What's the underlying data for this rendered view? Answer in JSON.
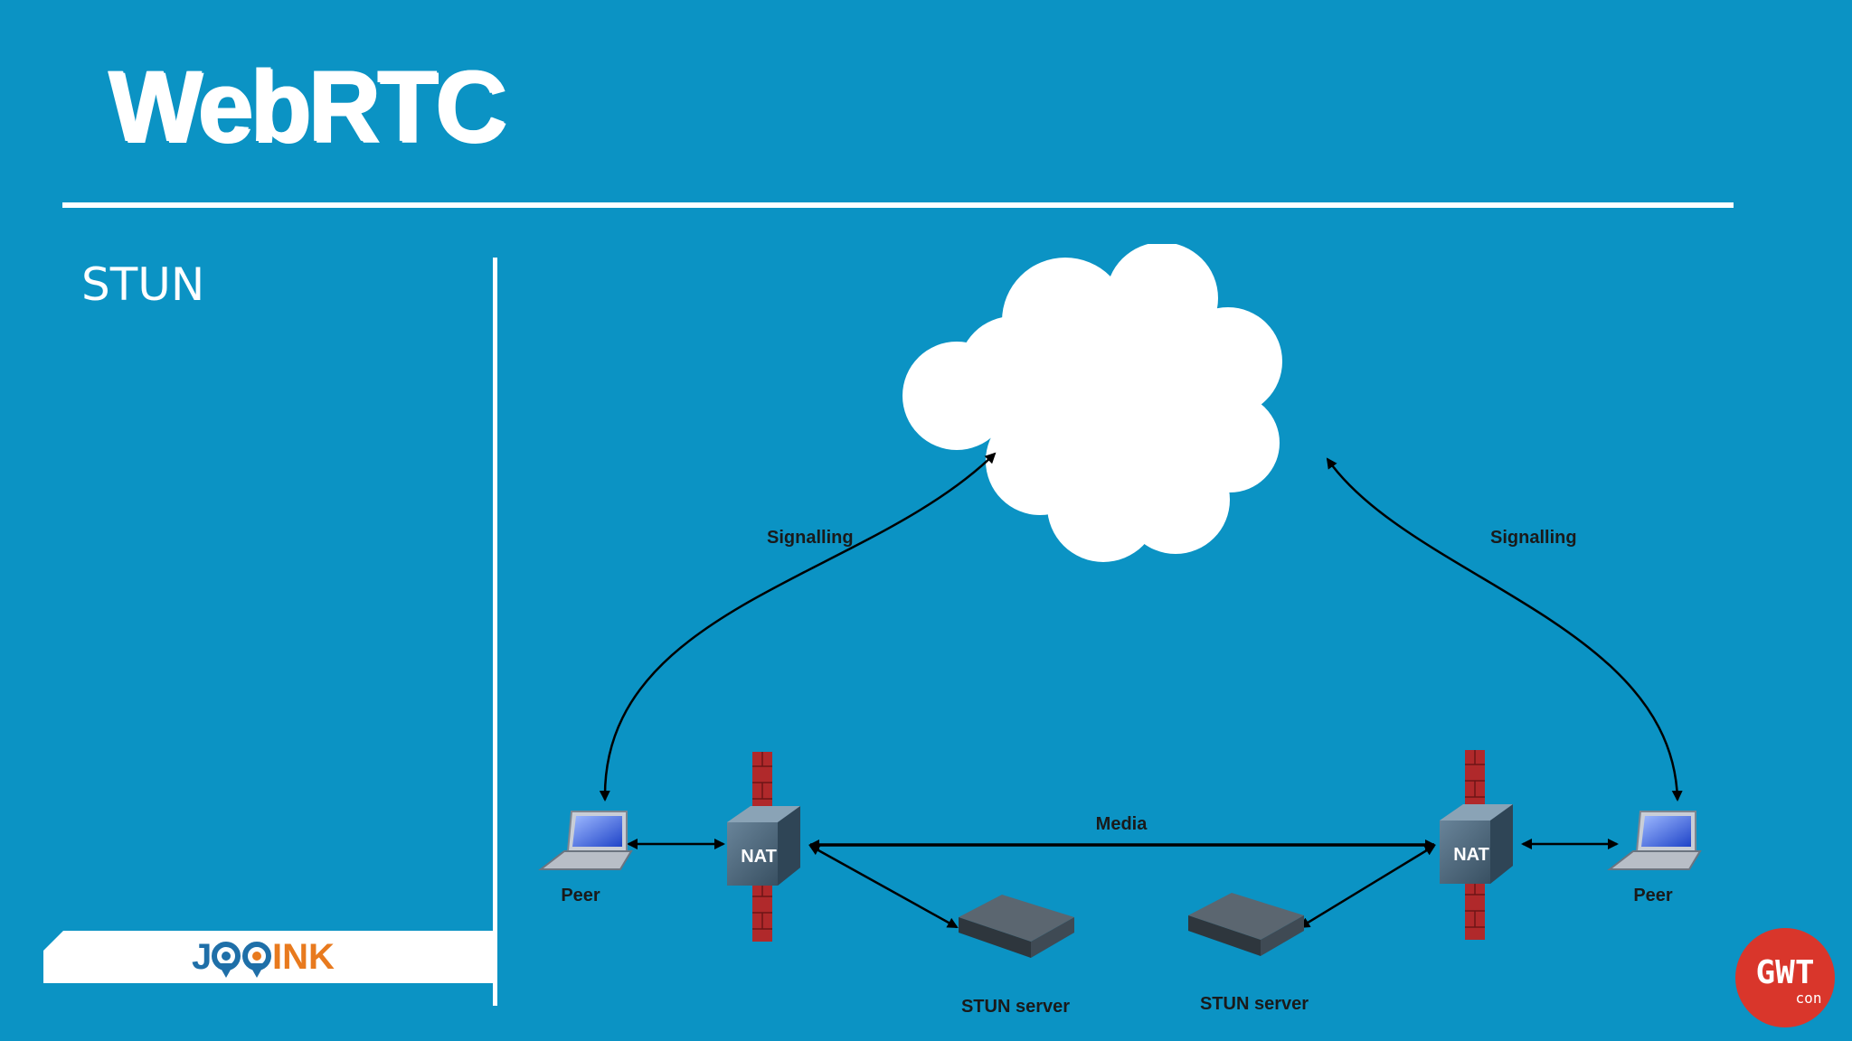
{
  "slide": {
    "title": "WebRTC",
    "subtitle": "STUN"
  },
  "logo": {
    "jooink_text": "JOOINK",
    "gwt_text": "GWT",
    "gwt_subtext": "con"
  },
  "diagram": {
    "labels": {
      "signalling_left": "Signalling",
      "signalling_right": "Signalling",
      "media": "Media",
      "nat_left": "NAT",
      "nat_right": "NAT",
      "peer_left": "Peer",
      "peer_right": "Peer",
      "stun_left": "STUN server",
      "stun_right": "STUN server"
    }
  },
  "colors": {
    "background": "#0b93c4",
    "white": "#ffffff",
    "firewall_red": "#b0292b",
    "nat_box": "#4a6478",
    "server_gray": "#3f4a54",
    "laptop_screen": "#2d5fe0",
    "badge_red": "#d9362b",
    "logo_blue": "#1f6fa8",
    "logo_orange": "#e87a1e"
  }
}
